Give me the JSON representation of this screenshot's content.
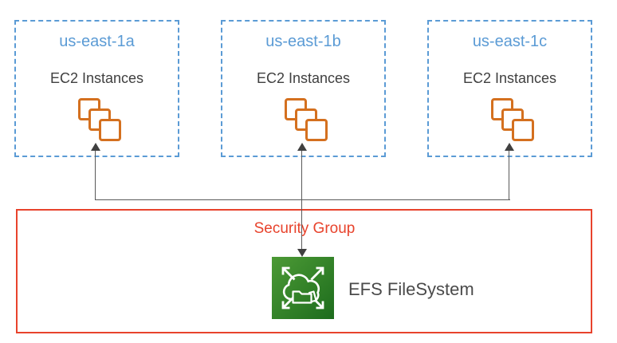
{
  "diagram": {
    "availability_zones": [
      {
        "name": "us-east-1a",
        "service_label": "EC2 Instances"
      },
      {
        "name": "us-east-1b",
        "service_label": "EC2 Instances"
      },
      {
        "name": "us-east-1c",
        "service_label": "EC2 Instances"
      }
    ],
    "security_group": {
      "label": "Security Group"
    },
    "efs": {
      "label": "EFS FileSystem"
    },
    "icons": {
      "ec2": "ec2-instances-icon",
      "efs": "efs-filesystem-icon",
      "arrows": "connector-arrowheads"
    },
    "colors": {
      "az_blue": "#5B9BD5",
      "ec2_orange": "#D4701F",
      "text_dark": "#404040",
      "connector_gray": "#595959",
      "arrow_dark": "#404040",
      "sg_red": "#E8432C",
      "efs_green_light": "#4C9A35",
      "efs_green_dark": "#1D6C1D",
      "label_gray": "#4A4A4A"
    }
  }
}
